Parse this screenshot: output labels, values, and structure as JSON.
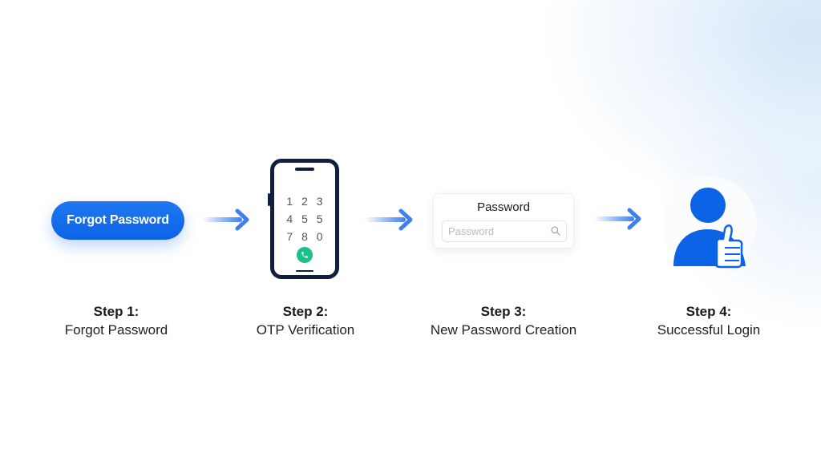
{
  "colors": {
    "primary_blue": "#0d63e6",
    "phone_outline": "#0f1f3d",
    "call_green": "#1cc08a",
    "arrow_blue": "#5a92f2"
  },
  "steps": [
    {
      "number": "Step 1:",
      "description": "Forgot Password",
      "visual": {
        "type": "button",
        "label": "Forgot Password"
      }
    },
    {
      "number": "Step 2:",
      "description": "OTP Verification",
      "visual": {
        "type": "phone-keypad",
        "keys": [
          "1",
          "2",
          "3",
          "4",
          "5",
          "5",
          "7",
          "8",
          "0"
        ],
        "icon": "phone-call-icon"
      }
    },
    {
      "number": "Step 3:",
      "description": "New Password Creation",
      "visual": {
        "type": "password-card",
        "title": "Password",
        "input_value": "",
        "input_placeholder": "Password",
        "icon": "search-icon"
      }
    },
    {
      "number": "Step 4:",
      "description": "Successful Login",
      "visual": {
        "type": "avatar",
        "icon": "user-thumbs-up-icon"
      }
    }
  ],
  "connectors": [
    "arrow-right-icon",
    "arrow-right-icon",
    "arrow-right-icon"
  ]
}
